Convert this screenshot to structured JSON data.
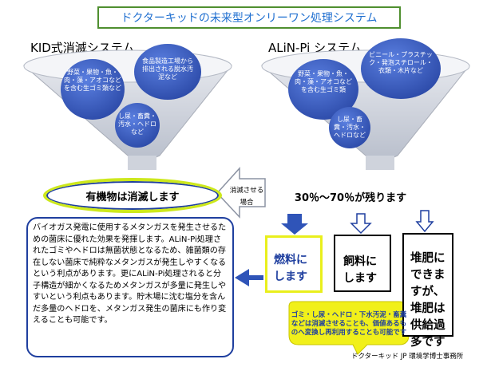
{
  "title": "ドクターキッドの未来型オンリーワン処理システム",
  "left_system": {
    "heading": "KID式消滅システム",
    "circle_1": "野菜・果物・魚・肉・藻・アオコなどを含む生ゴミ類など",
    "circle_2": "食品製造工場から排出される脱水汚泥など",
    "circle_3": "し尿・畜糞・汚水・ヘドロなど"
  },
  "right_system": {
    "heading": "ALiN-Pi システム",
    "circle_1": "野菜・果物・魚・肉・藻・アオコなどを含む生ゴミ類",
    "circle_2": "ビニール・プラスチック・発泡スチロール・衣類・木片など",
    "circle_3": "し尿・畜糞・汚水・ヘドロなど"
  },
  "eliminated_label": "有機物は消滅します",
  "elimination_case_label": "消滅させる場合",
  "remaining_label": "30％～70％が残ります",
  "explanation": "バイオガス発電に使用するメタンガスを発生させるための菌床に優れた効果を発揮します。ALiN-Pi処理されたゴミやヘドロは無菌状態となるため、雑菌類の存在しない菌床で純粋なメタンガスが発生しやすくなるという利点があります。更にALiN-Pi処理されると分子構造が細かくなるためメタンガスが多量に発生しやすいという利点もあります。貯木場に沈む塩分を含んだ多量のヘドロを、メタンガス発生の菌床にも作り変えることも可能です。",
  "outputs": {
    "fuel": "燃料にします",
    "feed": "飼料にします",
    "compost": "堆肥にできますが、堆肥は供給過多です"
  },
  "note": "ゴミ・し尿・ヘドロ・下水汚泥・畜糞などは消滅させることも、価値あるものへ変換し再利用することも可能です",
  "credit": "ドクターキッド JP 環境学博士事務所",
  "colors": {
    "circle_blue": "#3a5fc8",
    "funnel_gray": "#c8ccd6",
    "arrow_blue": "#2f54b8",
    "highlight_yellow": "#e9ef1c",
    "title_green": "#4f8f2f",
    "title_text": "#1f6fd0"
  }
}
